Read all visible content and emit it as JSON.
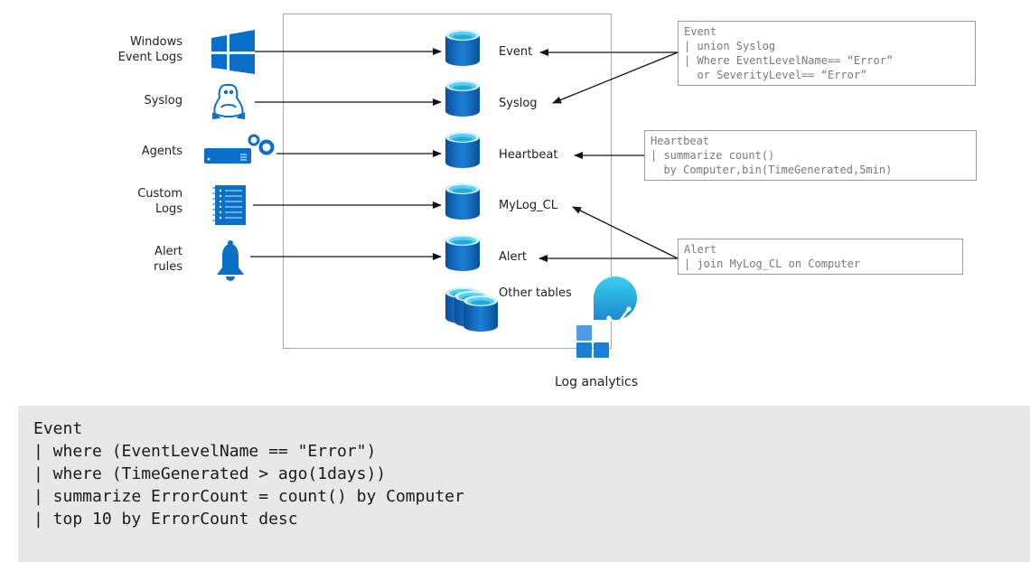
{
  "colors": {
    "icon_blue": "#0a6fc7",
    "cyl_dark": "#0a57a8",
    "cyl_light": "#1a7fd6",
    "cyl_top": "#4fd4f5",
    "code_bg": "#e8e8e8",
    "box_border": "#9a9a9a"
  },
  "sources": [
    {
      "label": "Windows\nEvent Logs",
      "line1": "Windows",
      "line2": "Event Logs",
      "icon": "windows-icon"
    },
    {
      "label": "Syslog",
      "line1": "Syslog",
      "line2": "",
      "icon": "linux-penguin-icon"
    },
    {
      "label": "Agents",
      "line1": "Agents",
      "line2": "",
      "icon": "server-gears-icon"
    },
    {
      "label": "Custom Logs",
      "line1": "Custom",
      "line2": "Logs",
      "icon": "notebook-icon"
    },
    {
      "label": "Alert rules",
      "line1": "Alert",
      "line2": "rules",
      "icon": "bell-icon"
    }
  ],
  "tables": [
    {
      "name": "Event"
    },
    {
      "name": "Syslog"
    },
    {
      "name": "Heartbeat"
    },
    {
      "name": "MyLog_CL"
    },
    {
      "name": "Alert"
    },
    {
      "name": "Other tables"
    }
  ],
  "workspace_caption": "Log analytics",
  "queries": [
    {
      "lines": [
        "Event",
        "| union Syslog",
        "| Where EventLevelName== “Error”",
        "  or SeverityLevel== “Error”"
      ]
    },
    {
      "lines": [
        "Heartbeat",
        "| summarize count()",
        "  by Computer,bin(TimeGenerated,5min)"
      ]
    },
    {
      "lines": [
        "Alert",
        "| join MyLog_CL on Computer"
      ]
    }
  ],
  "code_example": {
    "lines": [
      "Event",
      "| where (EventLevelName == \"Error\")",
      "| where (TimeGenerated > ago(1days))",
      "| summarize ErrorCount = count() by Computer",
      "| top 10 by ErrorCount desc"
    ]
  }
}
